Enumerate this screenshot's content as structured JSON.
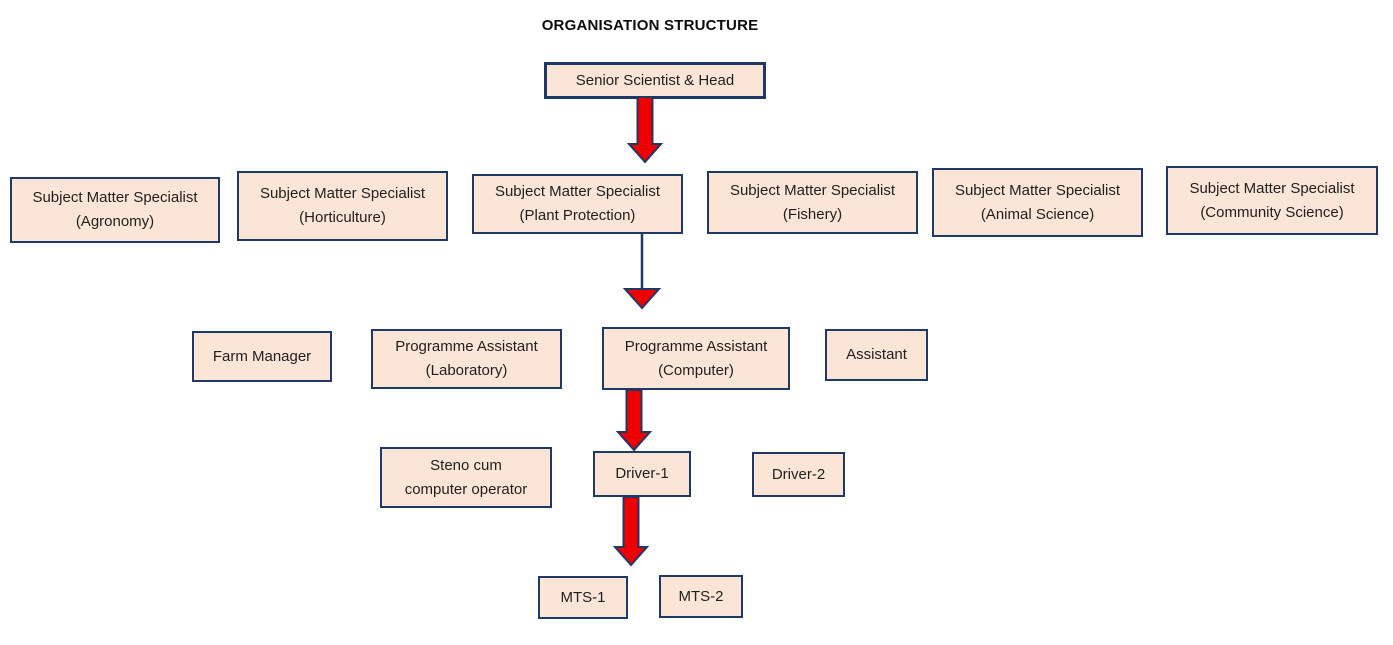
{
  "title": "ORGANISATION STRUCTURE",
  "colors": {
    "box_fill": "#FBE5D6",
    "box_border": "#1F3864",
    "arrow_red": "#EE0000",
    "text": "#1F1F1F",
    "title": "#0D0D0D",
    "background": "#FFFFFF"
  },
  "boxes": [
    {
      "id": "head",
      "line1": "Senior Scientist & Head"
    },
    {
      "id": "sms-agronomy",
      "line1": "Subject Matter Specialist",
      "line2": "(Agronomy)"
    },
    {
      "id": "sms-horticulture",
      "line1": "Subject Matter Specialist",
      "line2": "(Horticulture)"
    },
    {
      "id": "sms-plant-protection",
      "line1": "Subject Matter Specialist",
      "line2": "(Plant Protection)"
    },
    {
      "id": "sms-fishery",
      "line1": "Subject Matter Specialist",
      "line2": "(Fishery)"
    },
    {
      "id": "sms-animal-science",
      "line1": "Subject Matter Specialist",
      "line2": "(Animal Science)"
    },
    {
      "id": "sms-community-science",
      "line1": "Subject Matter Specialist",
      "line2": "(Community Science)"
    },
    {
      "id": "farm-manager",
      "line1": "Farm Manager"
    },
    {
      "id": "pa-laboratory",
      "line1": "Programme Assistant",
      "line2": "(Laboratory)"
    },
    {
      "id": "pa-computer",
      "line1": "Programme Assistant",
      "line2": "(Computer)"
    },
    {
      "id": "assistant",
      "line1": "Assistant"
    },
    {
      "id": "steno",
      "line1": "Steno cum",
      "line2": "computer operator"
    },
    {
      "id": "driver-1",
      "line1": "Driver-1"
    },
    {
      "id": "driver-2",
      "line1": "Driver-2"
    },
    {
      "id": "mts-1",
      "line1": "MTS-1"
    },
    {
      "id": "mts-2",
      "line1": "MTS-2"
    }
  ],
  "connectors": [
    {
      "from": "head",
      "to": "sms-plant-protection",
      "style": "thick-red-arrow"
    },
    {
      "from": "sms-plant-protection",
      "to": "pa-computer",
      "style": "thin-line-red-head"
    },
    {
      "from": "pa-computer",
      "to": "driver-1",
      "style": "thick-red-arrow"
    },
    {
      "from": "driver-1",
      "to": "mts-row",
      "style": "thick-red-arrow"
    }
  ]
}
